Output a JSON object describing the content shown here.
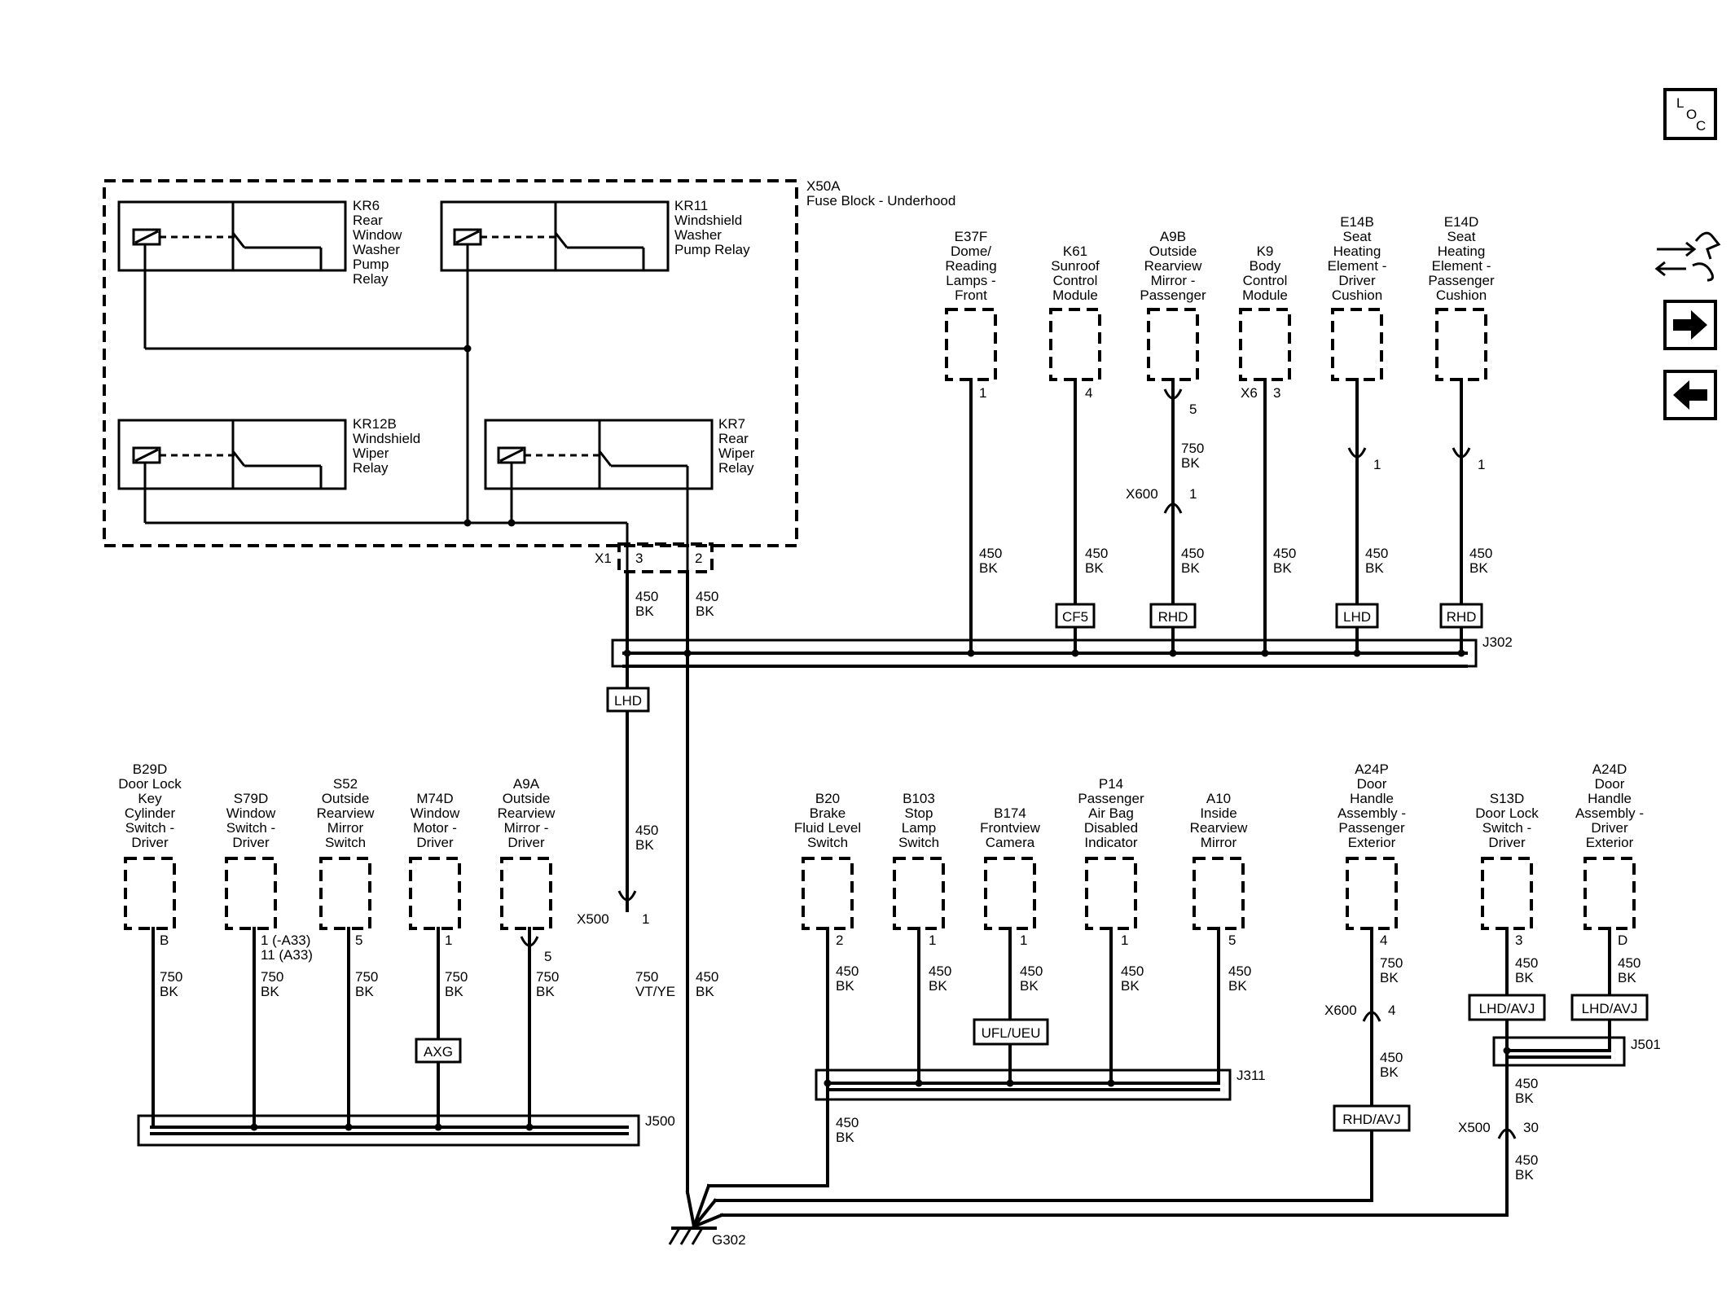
{
  "fuse_block": {
    "id": "X50A",
    "name": "Fuse Block - Underhood",
    "conn": "X1",
    "pin_a": "3",
    "pin_b": "2"
  },
  "relays": [
    {
      "id": "KR6",
      "lines": [
        "Rear",
        "Window",
        "Washer",
        "Pump",
        "Relay"
      ]
    },
    {
      "id": "KR11",
      "lines": [
        "Windshield",
        "Washer",
        "Pump Relay"
      ]
    },
    {
      "id": "KR12B",
      "lines": [
        "Windshield",
        "Wiper",
        "Relay"
      ]
    },
    {
      "id": "KR7",
      "lines": [
        "Rear",
        "Wiper",
        "Relay"
      ]
    }
  ],
  "top_components": [
    {
      "id": "E37F",
      "lines": [
        "Dome/",
        "Reading",
        "Lamps -",
        "Front"
      ],
      "pin": "1",
      "wire": [
        "450",
        "BK"
      ]
    },
    {
      "id": "K61",
      "lines": [
        "Sunroof",
        "Control",
        "Module"
      ],
      "pin": "4",
      "wire": [
        "450",
        "BK"
      ],
      "tag": "CF5"
    },
    {
      "id": "A9B",
      "lines": [
        "Outside",
        "Rearview",
        "Mirror -",
        "Passenger"
      ],
      "pin": "5",
      "wire_upper": [
        "750",
        "BK"
      ],
      "inline": "X600",
      "inline_pin": "1",
      "wire": [
        "450",
        "BK"
      ],
      "tag": "RHD"
    },
    {
      "id": "K9",
      "lines": [
        "Body",
        "Control",
        "Module"
      ],
      "conn": "X6",
      "pin": "3",
      "wire": [
        "450",
        "BK"
      ]
    },
    {
      "id": "E14B",
      "lines": [
        "Seat",
        "Heating",
        "Element -",
        "Driver",
        "Cushion"
      ],
      "pin": "1",
      "wire": [
        "450",
        "BK"
      ],
      "tag": "LHD"
    },
    {
      "id": "E14D",
      "lines": [
        "Seat",
        "Heating",
        "Element -",
        "Passenger",
        "Cushion"
      ],
      "pin": "1",
      "wire": [
        "450",
        "BK"
      ],
      "tag": "RHD"
    }
  ],
  "fuse_wires": {
    "a": [
      "450",
      "BK"
    ],
    "b": [
      "450",
      "BK"
    ],
    "c": [
      "450",
      "BK"
    ],
    "d": [
      "750",
      "VT/YE"
    ],
    "e": [
      "450",
      "BK"
    ]
  },
  "lhd_tag": "LHD",
  "x500_left": {
    "id": "X500",
    "pin": "1"
  },
  "splices": {
    "j302": "J302",
    "j500": "J500",
    "j311": "J311",
    "j501": "J501"
  },
  "left_components": [
    {
      "id": "B29D",
      "lines": [
        "Door Lock",
        "Key",
        "Cylinder",
        "Switch -",
        "Driver"
      ],
      "pin": "B",
      "wire": [
        "750",
        "BK"
      ]
    },
    {
      "id": "S79D",
      "lines": [
        "Window",
        "Switch -",
        "Driver"
      ],
      "pin": "1 (-A33)",
      "pin2": "11 (A33)",
      "wire": [
        "750",
        "BK"
      ]
    },
    {
      "id": "S52",
      "lines": [
        "Outside",
        "Rearview",
        "Mirror",
        "Switch"
      ],
      "pin": "5",
      "wire": [
        "750",
        "BK"
      ]
    },
    {
      "id": "M74D",
      "lines": [
        "Window",
        "Motor -",
        "Driver"
      ],
      "pin": "1",
      "wire": [
        "750",
        "BK"
      ],
      "tag": "AXG"
    },
    {
      "id": "A9A",
      "lines": [
        "Outside",
        "Rearview",
        "Mirror -",
        "Driver"
      ],
      "pin": "5",
      "wire": [
        "750",
        "BK"
      ]
    }
  ],
  "mid_components": [
    {
      "id": "B20",
      "lines": [
        "Brake",
        "Fluid Level",
        "Switch"
      ],
      "pin": "2",
      "wire": [
        "450",
        "BK"
      ],
      "wire_lower": [
        "450",
        "BK"
      ]
    },
    {
      "id": "B103",
      "lines": [
        "Stop",
        "Lamp",
        "Switch"
      ],
      "pin": "1",
      "wire": [
        "450",
        "BK"
      ]
    },
    {
      "id": "B174",
      "lines": [
        "Frontview",
        "Camera"
      ],
      "pin": "1",
      "wire": [
        "450",
        "BK"
      ],
      "tag": "UFL/UEU"
    },
    {
      "id": "P14",
      "lines": [
        "Passenger",
        "Air Bag",
        "Disabled",
        "Indicator"
      ],
      "pin": "1",
      "wire": [
        "450",
        "BK"
      ]
    },
    {
      "id": "A10",
      "lines": [
        "Inside",
        "Rearview",
        "Mirror"
      ],
      "pin": "5",
      "wire": [
        "450",
        "BK"
      ]
    }
  ],
  "right_components": [
    {
      "id": "A24P",
      "lines": [
        "Door",
        "Handle",
        "Assembly -",
        "Passenger",
        "Exterior"
      ],
      "pin": "4",
      "wire": [
        "750",
        "BK"
      ],
      "inline": "X600",
      "inline_pin": "4",
      "wire_lower": [
        "450",
        "BK"
      ],
      "tag": "RHD/AVJ"
    },
    {
      "id": "S13D",
      "lines": [
        "Door Lock",
        "Switch -",
        "Driver"
      ],
      "pin": "3",
      "wire": [
        "450",
        "BK"
      ],
      "tag": "LHD/AVJ",
      "wire_lower": [
        "450",
        "BK"
      ],
      "inline": "X500",
      "inline_pin": "30",
      "wire_bottom": [
        "450",
        "BK"
      ]
    },
    {
      "id": "A24D",
      "lines": [
        "Door",
        "Handle",
        "Assembly -",
        "Driver",
        "Exterior"
      ],
      "pin": "D",
      "wire": [
        "450",
        "BK"
      ],
      "tag": "LHD/AVJ"
    }
  ],
  "ground": "G302",
  "nav": {
    "loc": [
      "L",
      "O",
      "C"
    ],
    "icons": [
      "connector-end-view-icon",
      "next-page-icon",
      "previous-page-icon"
    ]
  }
}
